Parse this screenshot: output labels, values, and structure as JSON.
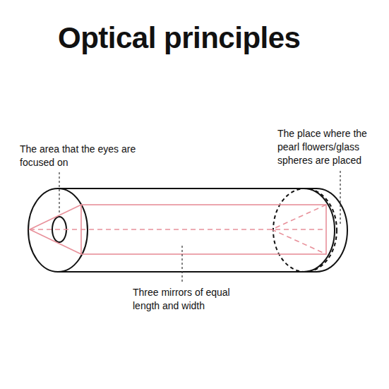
{
  "diagram": {
    "title": "Optical principles",
    "labels": [
      "The area that the eyes are focused on",
      "The place where the pearl flowers/glass spheres are placed",
      "Three mirrors of equal length and width"
    ]
  }
}
